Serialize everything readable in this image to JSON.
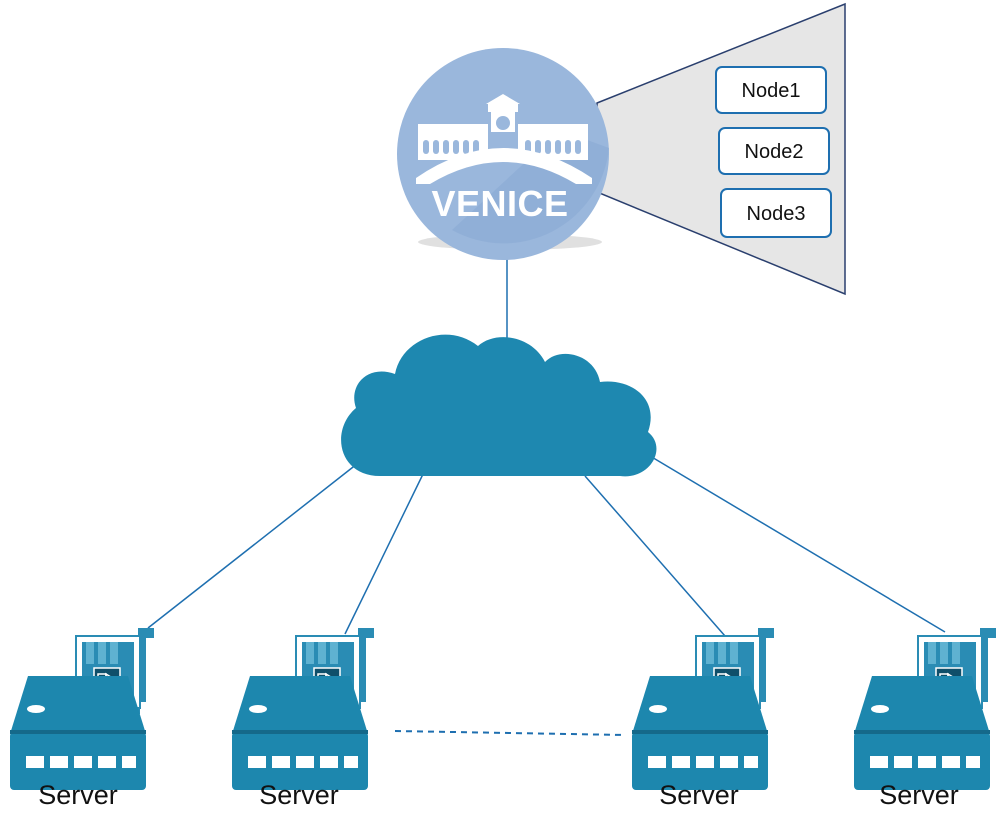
{
  "logo": {
    "text": "VENICE"
  },
  "nodes": [
    {
      "label": "Node1"
    },
    {
      "label": "Node2"
    },
    {
      "label": "Node3"
    }
  ],
  "servers": [
    {
      "label": "Server"
    },
    {
      "label": "Server"
    },
    {
      "label": "Server"
    },
    {
      "label": "Server"
    }
  ],
  "colors": {
    "accent": "#1e88b0",
    "logo_circle": "#9ab7dc",
    "node_border": "#1e6fb0",
    "panel_fill": "#e6e6e6",
    "panel_border": "#2a3f6e"
  },
  "icons": [
    "venice-bridge-icon",
    "cloud-icon",
    "server-icon",
    "network-card-icon"
  ]
}
